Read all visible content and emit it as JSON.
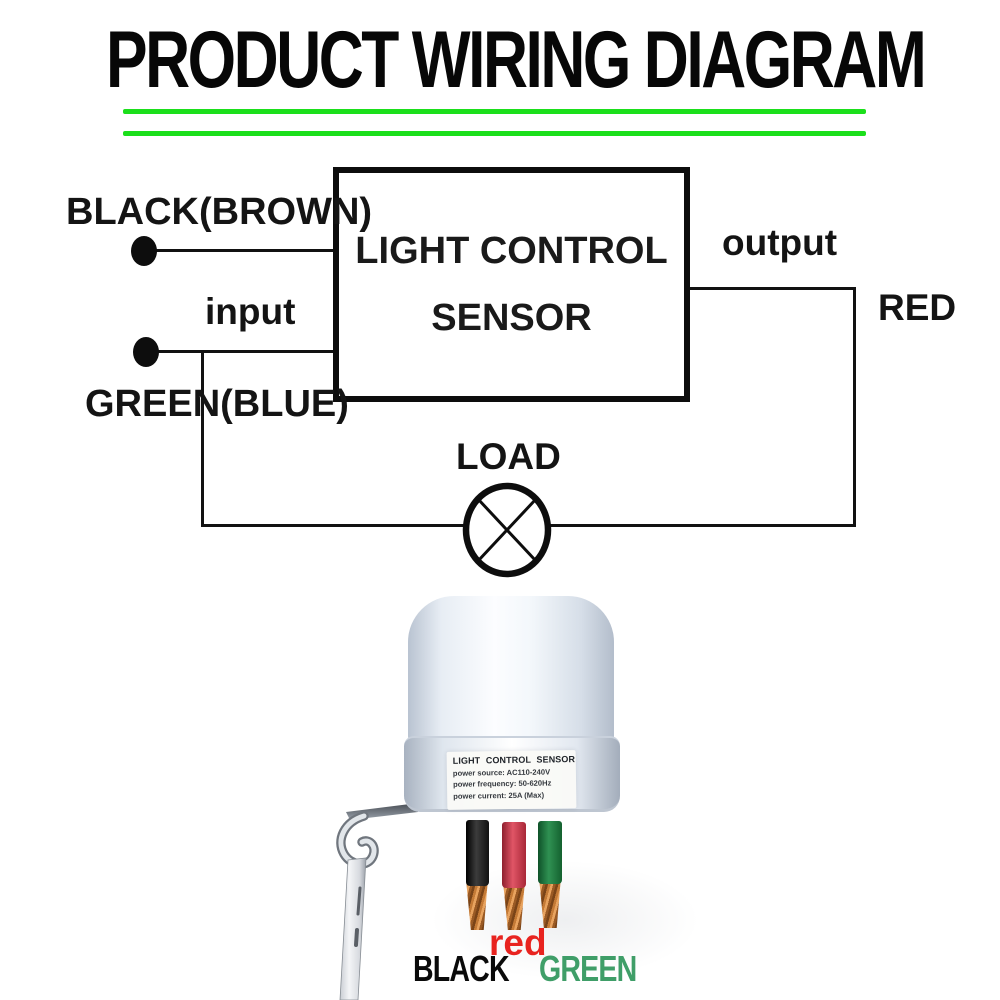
{
  "title": "PRODUCT WIRING DIAGRAM",
  "colors": {
    "accent_green_line": "#1bdf1b",
    "diagram_ink": "#111111",
    "wire_black": "#1a1a1a",
    "wire_red": "#cf3b4d",
    "wire_green": "#208043",
    "copper": "#c07a3a",
    "label_red_text": "#e8231f",
    "label_green_text": "#3f9e68"
  },
  "diagram": {
    "box": {
      "line1": "LIGHT CONTROL",
      "line2": "SENSOR"
    },
    "labels": {
      "input_top_wire": "BLACK(BROWN)",
      "input": "input",
      "input_bottom_wire": "GREEN(BLUE)",
      "output": "output",
      "output_wire": "RED",
      "load": "LOAD"
    }
  },
  "photo": {
    "label": {
      "title": "LIGHT CONTROL SENSOR",
      "specs": [
        "power source: AC110-240V",
        "power frequency: 50-620Hz",
        "power current: 25A (Max)"
      ]
    },
    "wire_labels": {
      "black": "BLACK",
      "red": "red",
      "green": "GREEN"
    }
  }
}
